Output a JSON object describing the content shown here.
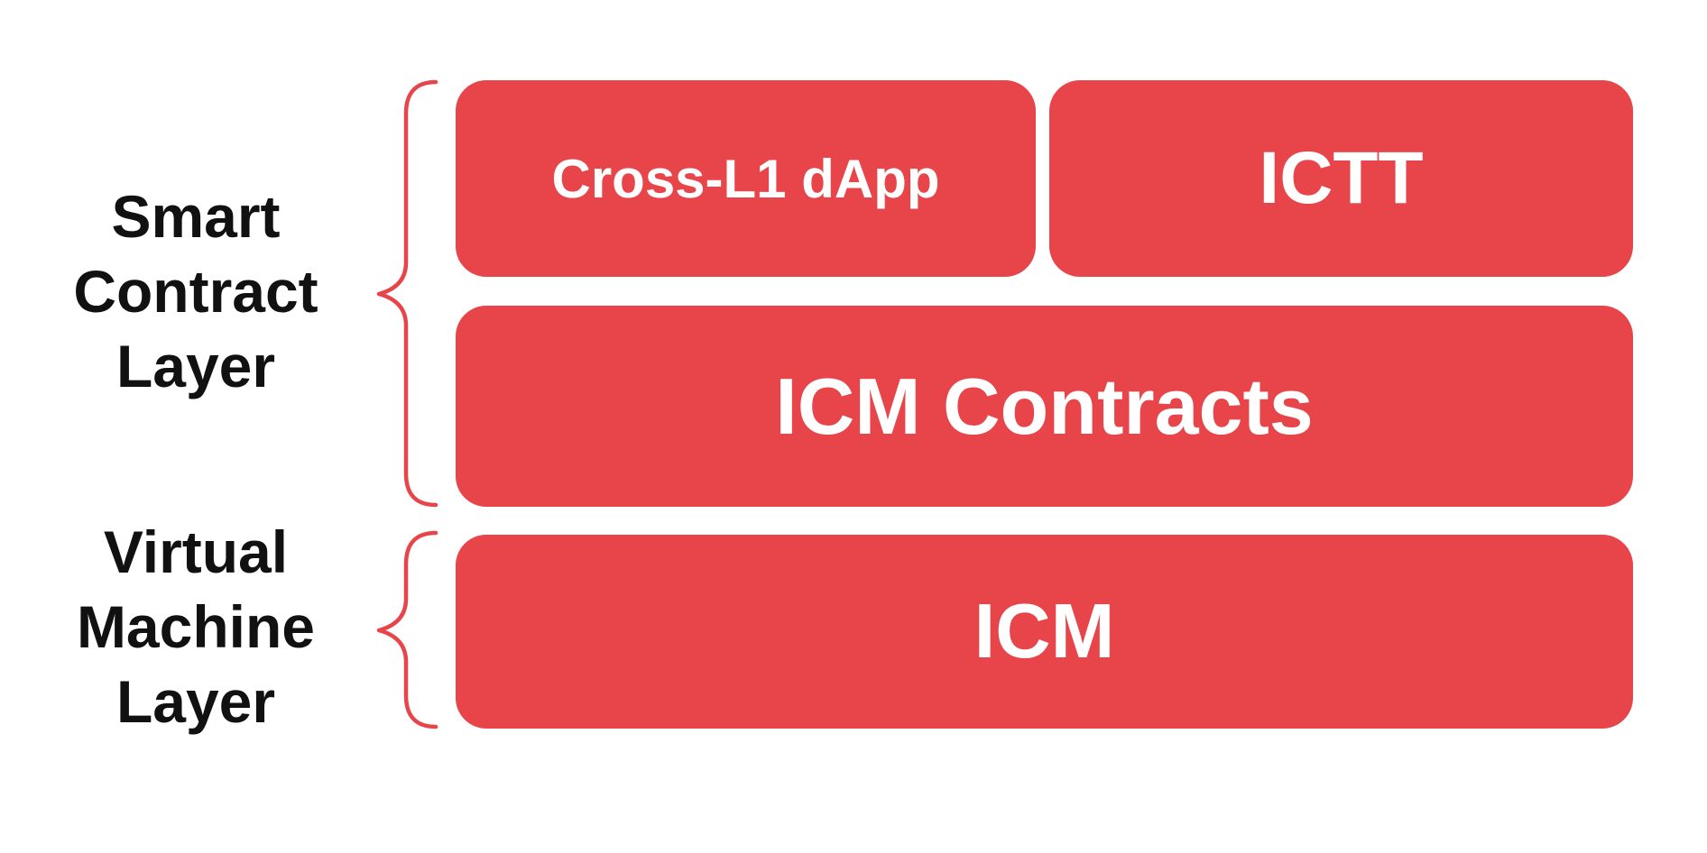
{
  "colors": {
    "background": "#FFFFFF",
    "box_red": "#E7454A",
    "brace_red": "#E7454A",
    "label_text": "#111111",
    "box_text": "#FFFFFF"
  },
  "layers": {
    "smart_contract": {
      "label": "Smart Contract Layer"
    },
    "virtual_machine": {
      "label": "Virtual Machine Layer"
    }
  },
  "boxes": {
    "cross_l1_dapp": {
      "label": "Cross-L1 dApp"
    },
    "ictt": {
      "label": "ICTT"
    },
    "icm_contracts": {
      "label": "ICM Contracts"
    },
    "icm": {
      "label": "ICM"
    }
  }
}
